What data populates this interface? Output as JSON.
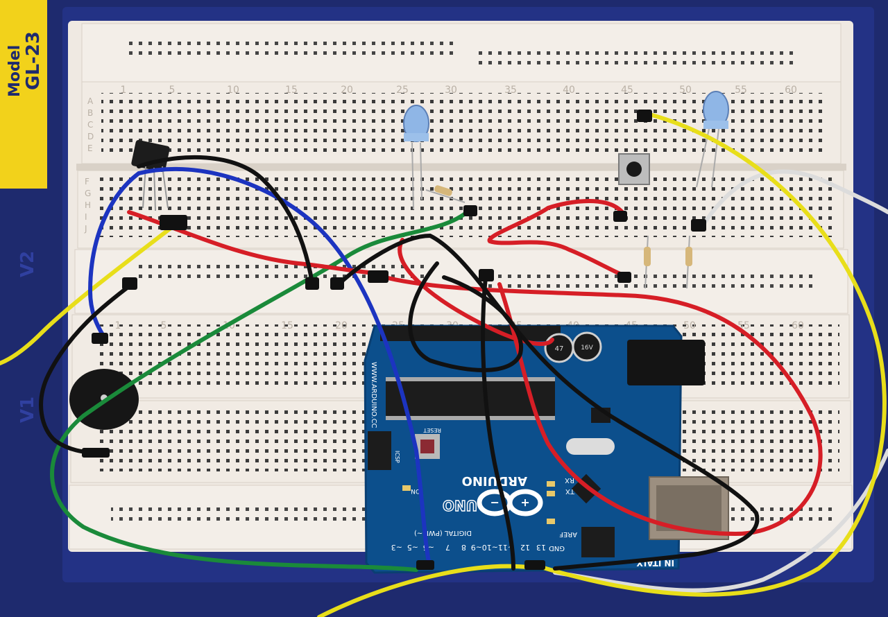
{
  "board": {
    "model_line1": "Model",
    "model_line2": "GL-23",
    "v1_label": "V1",
    "v2_label": "V2"
  },
  "breadboard": {
    "column_labels": [
      "1",
      "5",
      "10",
      "15",
      "20",
      "25",
      "30",
      "35",
      "40",
      "45",
      "50",
      "55",
      "60"
    ],
    "row_labels_top": [
      "A",
      "B",
      "C",
      "D",
      "E"
    ],
    "row_labels_bottom": [
      "F",
      "G",
      "H",
      "I",
      "J"
    ]
  },
  "arduino": {
    "brand": "ARDUINO",
    "model": "UNO",
    "url": "WWW.ARDUINO.CC",
    "made_in": "IN ITALY",
    "digital_label": "DIGITAL (PWM~)",
    "tx_rx_labels": [
      "TX",
      "RX"
    ],
    "on_label": "ON",
    "aref_label": "AREF",
    "gnd_label": "GND",
    "reset_label": "RESET",
    "icsp_label": "ICSP",
    "pin_labels": [
      "~3",
      "~5",
      "~6",
      "7",
      "8",
      "~9",
      "~10",
      "~11",
      "12",
      "13"
    ],
    "capacitor_labels": [
      "47",
      "16V"
    ]
  },
  "colors": {
    "platform_blue": "#1e2a6e",
    "breadboard": "#efe9e2",
    "arduino_blue": "#0c4f8c",
    "wire_red": "#d61e26",
    "wire_black": "#111111",
    "wire_blue": "#1c34c0",
    "wire_green": "#1a8a3a",
    "wire_yellow": "#e8de1a",
    "wire_white": "#dcdcdc",
    "label_yellow": "#f2d21b"
  }
}
